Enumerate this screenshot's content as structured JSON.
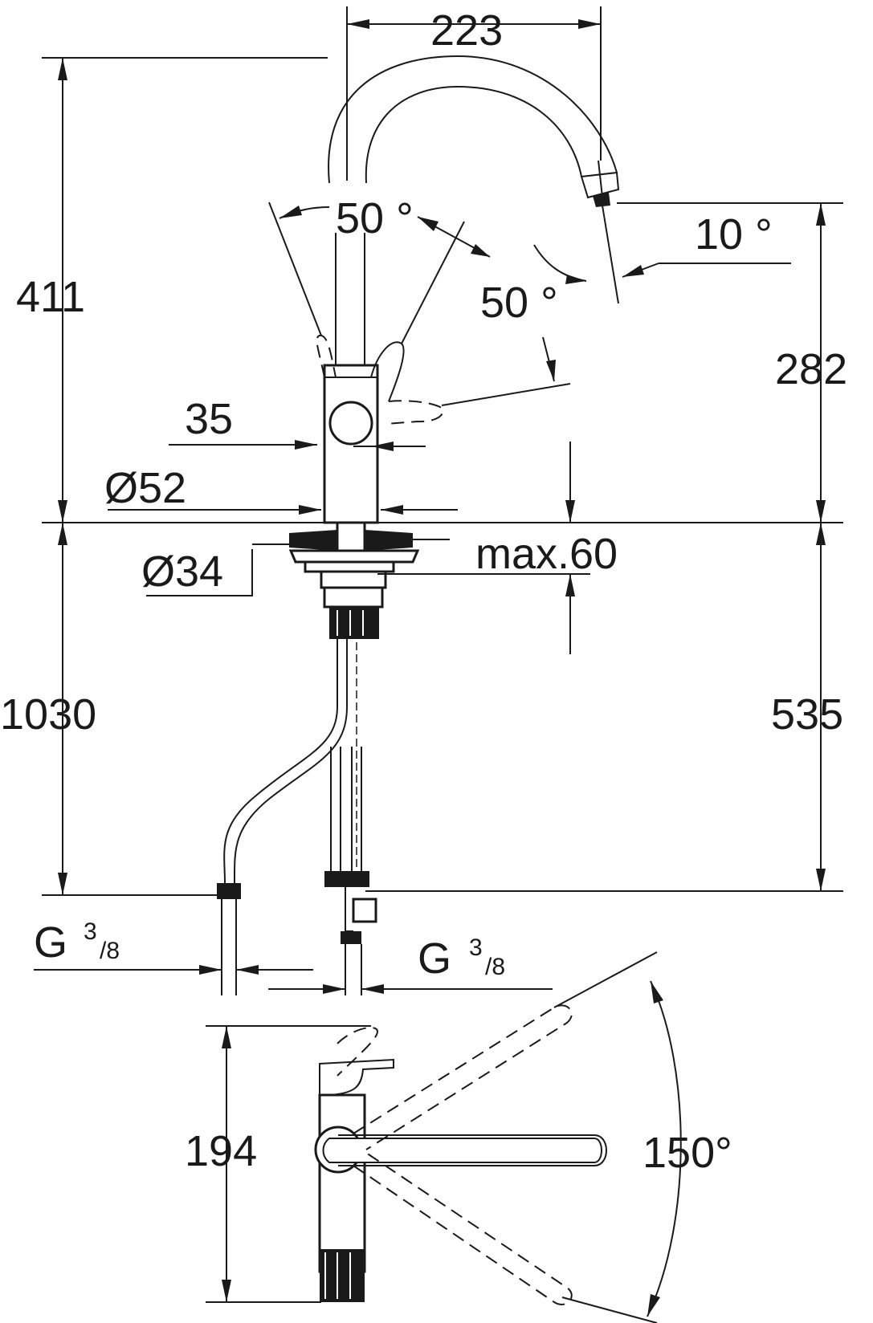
{
  "dimensions": {
    "spout_reach": "223",
    "height_total": "411",
    "spout_height": "282",
    "lever_angle_left": "50 °",
    "lever_angle_right": "50 °",
    "spout_tilt": "10 °",
    "lever_width": "35",
    "base_diameter": "Ø52",
    "hole_diameter": "Ø34",
    "max_deck_thickness": "max.60",
    "hose_length": "1030",
    "under_deck_length": "535",
    "connection_left_g": "G",
    "connection_left_frac_num": "3",
    "connection_left_frac_den": "/8",
    "connection_right_g": "G",
    "connection_right_frac_num": "3",
    "connection_right_frac_den": "/8",
    "top_view_depth": "194",
    "swivel_angle": "150°"
  }
}
